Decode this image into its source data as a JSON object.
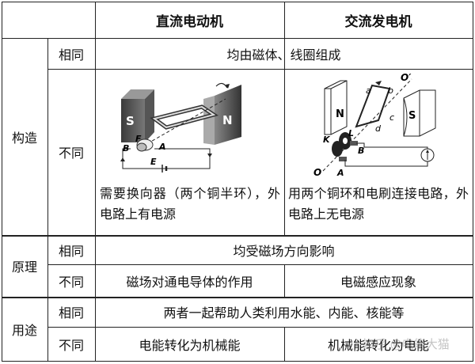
{
  "header": {
    "col1": "直流电动机",
    "col2": "交流发电机"
  },
  "sections": {
    "structure": {
      "label": "构造",
      "same_label": "相同",
      "same_text": "均由磁体、线圈组成",
      "diff_label": "不同",
      "motor_desc": "需要换向器（两个铜半环），外电路上有电源",
      "generator_desc": "用两个铜环和电刷连接电路，外电路上无电源"
    },
    "principle": {
      "label": "原理",
      "same_label": "相同",
      "same_text": "均受磁场方向影响",
      "diff_label": "不同",
      "motor_text": "磁场对通电导体的作用",
      "generator_text": "电磁感应现象"
    },
    "use": {
      "label": "用途",
      "same_label": "相同",
      "same_text": "两者一起帮助人类利用水能、内能、核能等",
      "diff_label": "不同",
      "motor_text": "电能转化为机械能",
      "generator_text": "机械能转化为电能"
    }
  },
  "motor_figure": {
    "magnet_s": "S",
    "magnet_n": "N",
    "label_b": "B",
    "label_f": "F",
    "label_a": "A",
    "label_e": "E"
  },
  "generator_figure": {
    "label_o_prime": "O′",
    "label_a": "a",
    "label_b": "b",
    "label_n": "N",
    "label_s": "S",
    "label_c": "c",
    "label_d": "d",
    "label_k": "K",
    "label_l": "L",
    "label_bb": "B",
    "label_o": "O",
    "label_aa": "A"
  },
  "watermark": "知乎 @电能大猫"
}
